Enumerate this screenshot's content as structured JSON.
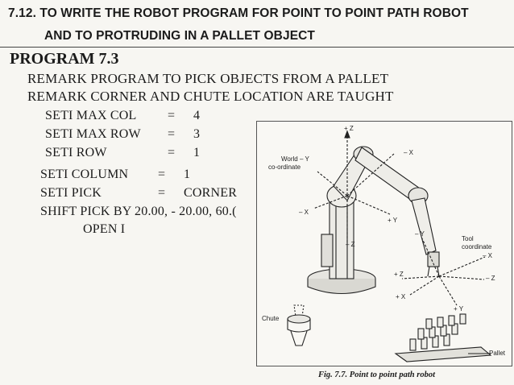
{
  "section": {
    "number": "7.12.",
    "title_line1": "TO WRITE THE ROBOT PROGRAM FOR POINT TO POINT PATH ROBOT",
    "title_line2": "AND TO PROTRUDING IN A PALLET OBJECT"
  },
  "program": {
    "title": "PROGRAM 7.3",
    "remarks": [
      "REMARK PROGRAM TO PICK OBJECTS  FROM  A   PALLET",
      "REMARK CORNER AND CHUTE LOCATION ARE TAUGHT"
    ],
    "lines": [
      {
        "cmd": "SETI  MAX COL",
        "eq": "=",
        "val": "4"
      },
      {
        "cmd": "SETI  MAX ROW",
        "eq": "=",
        "val": "3"
      },
      {
        "cmd": "SETI  ROW",
        "eq": "=",
        "val": "1"
      },
      {
        "cmd": "SETI  COLUMN",
        "eq": "=",
        "val": "1"
      },
      {
        "cmd": "SETI  PICK",
        "eq": "=",
        "val": "CORNER"
      }
    ],
    "shift_line": "SHIFT  PICK BY  20.00, - 20.00, 60.(",
    "open_line": "OPEN I"
  },
  "figure": {
    "labels": {
      "z_top": "+ Z",
      "world_line1": "World  – Y",
      "world_line2": "co-ordinate",
      "neg_x_left": "– X",
      "neg_x_top": "– X",
      "pos_y": "+ Y",
      "neg_z": "– Z",
      "neg_y": "– Y",
      "tool_line1": "Tool",
      "tool_line2": "coordinate",
      "tool_neg_x": "– X",
      "tool_pos_z": "+ Z",
      "tool_neg_z": "– Z",
      "tool_pos_x": "+ X",
      "tool_pos_y": "+ Y",
      "chute": "Chute",
      "pallet": "Pallet"
    },
    "caption": "Fig. 7.7. Point to point path robot"
  }
}
